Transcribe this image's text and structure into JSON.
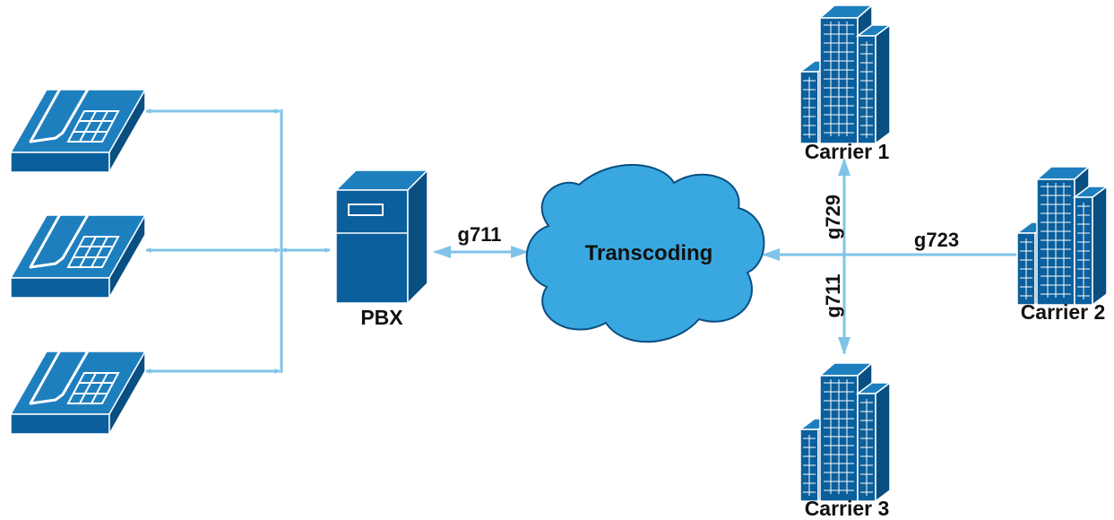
{
  "colors": {
    "link": "#7FC4E8",
    "device_top": "#1E7FBF",
    "device_front": "#0A5F9C",
    "device_side": "#0A4F82",
    "cloud": "#3AA8E0",
    "cloud_stroke": "#0A4F82",
    "outline": "#ffffff"
  },
  "icons": {
    "phone": "desk-phone-icon",
    "pbx": "server-tower-icon",
    "cloud": "cloud-icon",
    "carrier": "office-building-icon"
  },
  "nodes": {
    "pbx": {
      "label": "PBX"
    },
    "cloud": {
      "label": "Transcoding"
    },
    "carrier1": {
      "label": "Carrier 1"
    },
    "carrier2": {
      "label": "Carrier 2"
    },
    "carrier3": {
      "label": "Carrier 3"
    }
  },
  "links": {
    "pbx_cloud": "g711",
    "carrier1": "g729",
    "carrier2": "g723",
    "carrier3": "g711"
  }
}
